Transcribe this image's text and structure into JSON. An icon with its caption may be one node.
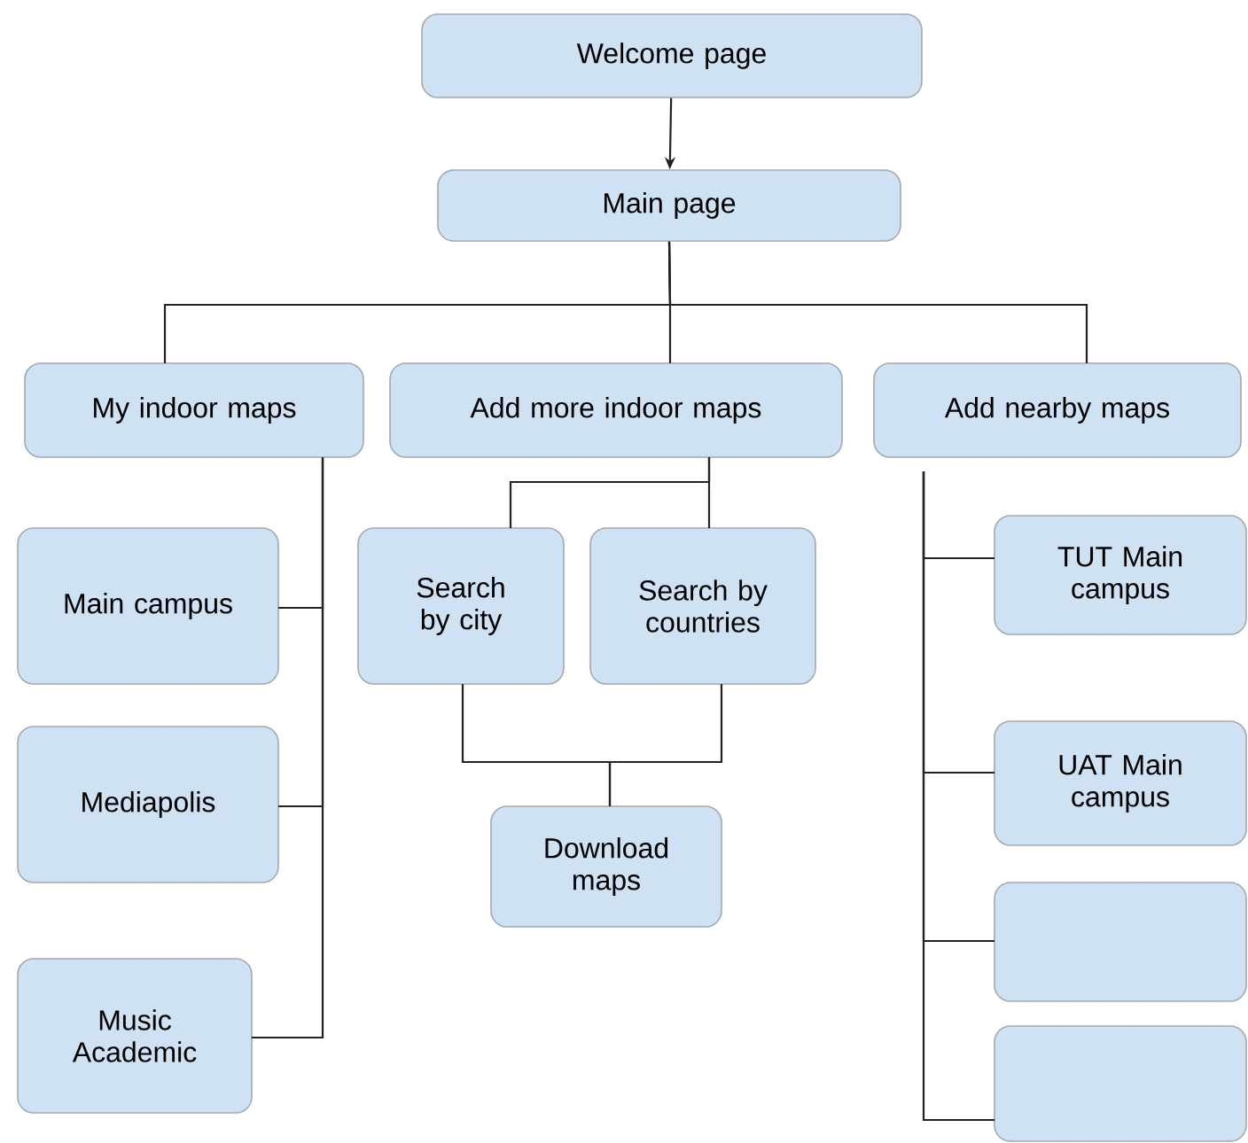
{
  "diagram": {
    "nodes": [
      {
        "text": [
          "Welcome page"
        ]
      },
      {
        "text": [
          "Main page"
        ]
      },
      {
        "text": [
          "My indoor maps"
        ]
      },
      {
        "text": [
          "Add more indoor maps"
        ]
      },
      {
        "text": [
          "Add nearby maps"
        ]
      },
      {
        "text": [
          "Main campus"
        ]
      },
      {
        "text": [
          "Mediapolis"
        ]
      },
      {
        "text": [
          "Music Academic"
        ]
      },
      {
        "text": [
          "Search by city"
        ]
      },
      {
        "text": [
          "Search by countries"
        ]
      },
      {
        "text": [
          "Download maps"
        ]
      },
      {
        "text": [
          "TUT Main campus"
        ]
      },
      {
        "text": [
          "UAT Main campus"
        ]
      },
      {
        "text": [],
        "shape": "box"
      },
      {
        "text": [],
        "shape": "box"
      }
    ],
    "edges": [
      {
        "from": 0,
        "to": 1,
        "arrow": "to"
      },
      {
        "from": 1,
        "to": 2,
        "arrow": "none"
      },
      {
        "from": 1,
        "to": 3,
        "arrow": "none"
      },
      {
        "from": 1,
        "to": 4,
        "arrow": "none"
      },
      {
        "from": 2,
        "to": 5,
        "arrow": "none"
      },
      {
        "from": 2,
        "to": 6,
        "arrow": "none"
      },
      {
        "from": 2,
        "to": 7,
        "arrow": "none"
      },
      {
        "from": 3,
        "to": 8,
        "arrow": "none"
      },
      {
        "from": 3,
        "to": 9,
        "arrow": "none"
      },
      {
        "from": 8,
        "to": 10,
        "arrow": "none"
      },
      {
        "from": 9,
        "to": 10,
        "arrow": "none"
      },
      {
        "from": 4,
        "to": 11,
        "arrow": "none"
      },
      {
        "from": 4,
        "to": 12,
        "arrow": "none"
      },
      {
        "from": 4,
        "to": 13,
        "arrow": "none"
      },
      {
        "from": 4,
        "to": 14,
        "arrow": "none"
      }
    ]
  }
}
